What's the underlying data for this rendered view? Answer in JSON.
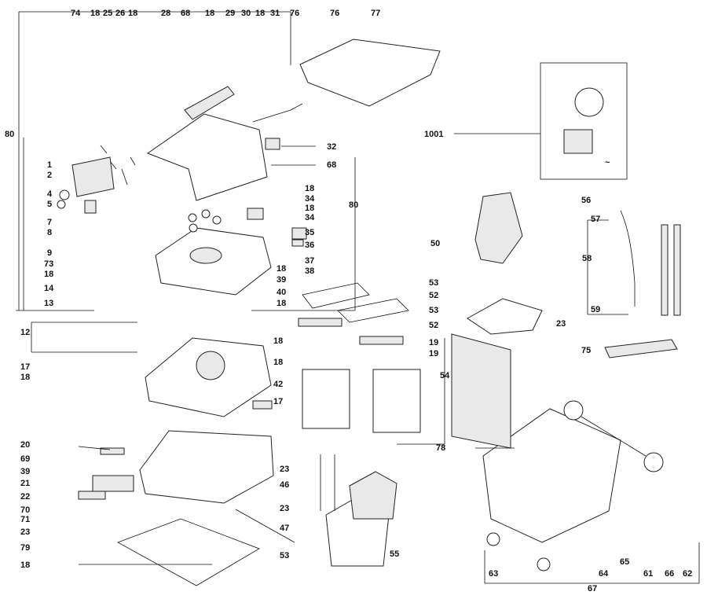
{
  "callouts": [
    "74",
    "18",
    "25",
    "26",
    "18",
    "28",
    "68",
    "18",
    "29",
    "30",
    "18",
    "31",
    "76",
    "76",
    "77",
    "80",
    "1",
    "2",
    "4",
    "5",
    "7",
    "8",
    "9",
    "73",
    "18",
    "14",
    "13",
    "12",
    "17",
    "18",
    "32",
    "68",
    "80",
    "18",
    "34",
    "18",
    "34",
    "35",
    "36",
    "37",
    "38",
    "18",
    "39",
    "40",
    "18",
    "18",
    "18",
    "42",
    "17",
    "20",
    "69",
    "39",
    "21",
    "22",
    "70",
    "71",
    "23",
    "79",
    "18",
    "23",
    "46",
    "23",
    "47",
    "55",
    "53",
    "53",
    "52",
    "53",
    "52",
    "19",
    "19",
    "54",
    "50",
    "23",
    "78",
    "1001",
    "56",
    "57",
    "58",
    "59",
    "75",
    "63",
    "64",
    "65",
    "61",
    "66",
    "62",
    "67"
  ],
  "inset_symbol": "~"
}
